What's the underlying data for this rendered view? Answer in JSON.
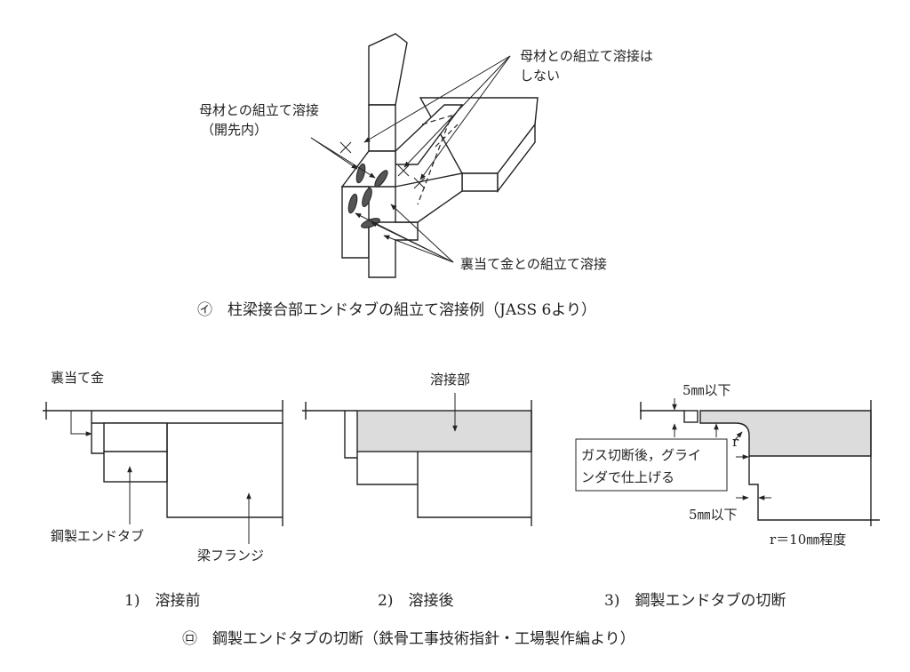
{
  "figure_a": {
    "label_no_weld_base": [
      "母材との組立て溶接は",
      "しない"
    ],
    "label_weld_base": [
      "母材との組立て溶接",
      "（開先内）"
    ],
    "label_weld_backing": "裏当て金との組立て溶接",
    "caption": "㋑　柱梁接合部エンドタブの組立て溶接例（JASS 6より）"
  },
  "figure_b": {
    "panel1": {
      "label_backing": "裏当て金",
      "label_endtab": "鋼製エンドタブ",
      "label_flange": "梁フランジ",
      "caption": "1)　溶接前"
    },
    "panel2": {
      "label_weld": "溶接部",
      "caption": "2)　溶接後"
    },
    "panel3": {
      "label_dim_top": "5㎜以下",
      "label_r": "r",
      "note": [
        "ガス切断後，グライ",
        "ンダで仕上げる"
      ],
      "label_dim_bottom": "5㎜以下",
      "label_radius": "r＝10㎜程度",
      "caption": "3)　鋼製エンドタブの切断"
    },
    "caption": "㋺　鋼製エンドタブの切断（鉄骨工事技術指針・工場製作編より）"
  }
}
